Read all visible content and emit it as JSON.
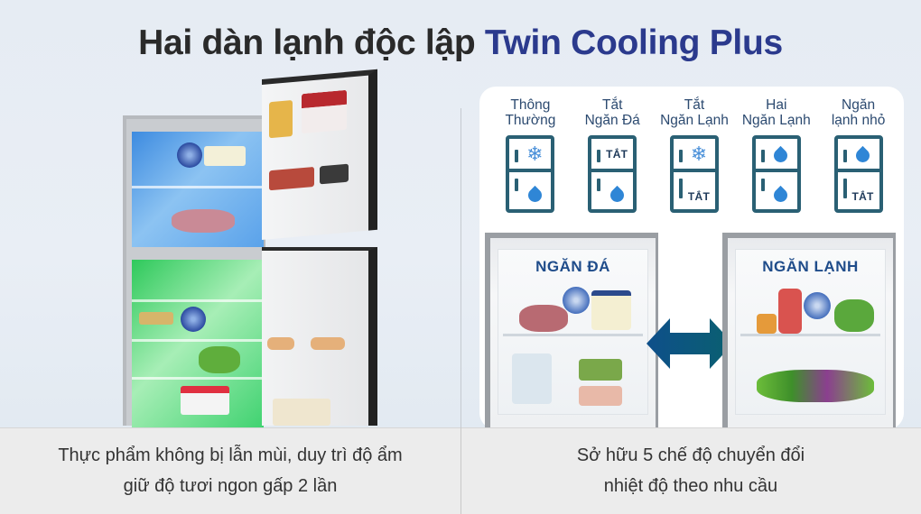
{
  "title": {
    "prefix": "Hai dàn lạnh độc lập ",
    "highlight": "Twin Cooling Plus",
    "highlight_color": "#2b3a8d"
  },
  "modes": [
    {
      "label_line1": "Thông",
      "label_line2": "Thường",
      "top": "snowflake-icon",
      "bottom": "water-drop-icon"
    },
    {
      "label_line1": "Tắt",
      "label_line2": "Ngăn Đá",
      "top": "TẮT",
      "bottom": "water-drop-icon"
    },
    {
      "label_line1": "Tắt",
      "label_line2": "Ngăn Lạnh",
      "top": "snowflake-icon",
      "bottom": "TẮT"
    },
    {
      "label_line1": "Hai",
      "label_line2": "Ngăn Lạnh",
      "top": "water-drop-icon",
      "bottom": "water-drop-icon"
    },
    {
      "label_line1": "Ngăn",
      "label_line2": "lạnh nhỏ",
      "top": "water-drop-icon",
      "bottom": "TẮT"
    }
  ],
  "off_text": "TẮT",
  "snowflake_glyph": "❄",
  "compartments": {
    "freezer_label": "NGĂN ĐÁ",
    "fridge_label": "NGĂN LẠNH"
  },
  "captions": {
    "left_line1": "Thực phẩm không bị lẫn mùi, duy trì độ ẩm",
    "left_line2": "giữ độ tươi ngon gấp 2 lần",
    "right_line1": "Sở hữu 5 chế độ chuyển đổi",
    "right_line2": "nhiệt độ theo nhu cầu"
  },
  "colors": {
    "icon_stroke": "#2a6074",
    "drop_blue": "#2f86d6",
    "freezer_blue": "#3d8be0",
    "fridge_green": "#2ec95b",
    "arrow_start": "#0e4f8a",
    "arrow_end": "#0a6070"
  }
}
